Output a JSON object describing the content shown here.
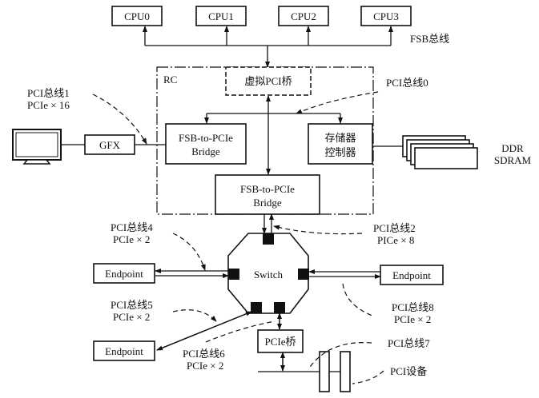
{
  "cpus": [
    "CPU0",
    "CPU1",
    "CPU2",
    "CPU3"
  ],
  "fsb_bus_label": "FSB总线",
  "rc": {
    "label": "RC",
    "virtual_bridge": "虚拟PCI桥",
    "left_bridge": [
      "FSB-to-PCIe",
      "Bridge"
    ],
    "bottom_bridge": [
      "FSB-to-PCIe",
      "Bridge"
    ],
    "memory_controller": [
      "存储器",
      "控制器"
    ]
  },
  "gfx": "GFX",
  "ddr": [
    "DDR",
    "SDRAM"
  ],
  "switch_label": "Switch",
  "endpoints": [
    "Endpoint",
    "Endpoint",
    "Endpoint"
  ],
  "pcie_bridge": "PCIe桥",
  "bus_labels": {
    "bus0": [
      "PCI总线0"
    ],
    "bus1": [
      "PCI总线1",
      "PCIe × 16"
    ],
    "bus2": [
      "PCI总线2",
      "PICe × 8"
    ],
    "bus4": [
      "PCI总线4",
      "PCIe × 2"
    ],
    "bus5": [
      "PCI总线5",
      "PCIe × 2"
    ],
    "bus6": [
      "PCI总线6",
      "PCIe × 2"
    ],
    "bus7": [
      "PCI总线7"
    ],
    "bus8": [
      "PCI总线8",
      "PCIe × 2"
    ],
    "pci_device": [
      "PCI设备"
    ]
  }
}
